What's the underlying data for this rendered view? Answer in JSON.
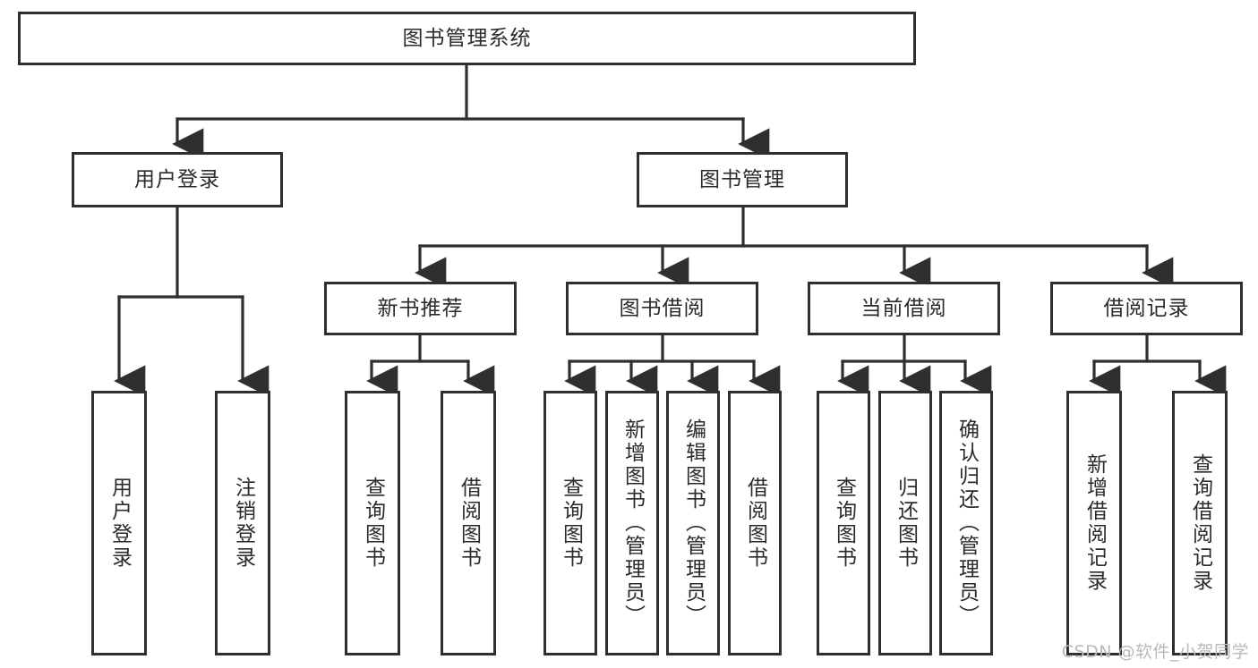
{
  "diagram": {
    "type": "tree-hierarchy-flowchart",
    "title": "图书管理系统",
    "stroke_color": "#2f2f2f",
    "fill_color": "#ffffff",
    "text_color": "#2b2b2b",
    "levels": {
      "root": {
        "label": "图书管理系统"
      },
      "level2": [
        {
          "id": "user-login",
          "label": "用户登录"
        },
        {
          "id": "book-management",
          "label": "图书管理"
        }
      ],
      "level3": [
        {
          "id": "new-book-recommend",
          "label": "新书推荐",
          "parent": "book-management"
        },
        {
          "id": "book-borrow",
          "label": "图书借阅",
          "parent": "book-management"
        },
        {
          "id": "current-borrow",
          "label": "当前借阅",
          "parent": "book-management"
        },
        {
          "id": "borrow-record",
          "label": "借阅记录",
          "parent": "book-management"
        }
      ],
      "leaves": [
        {
          "id": "leaf-user-login",
          "label": "用户登录",
          "parent": "user-login"
        },
        {
          "id": "leaf-logout-login",
          "label": "注销登录",
          "parent": "user-login"
        },
        {
          "id": "leaf-query-book-1",
          "label": "查询图书",
          "parent": "new-book-recommend"
        },
        {
          "id": "leaf-borrow-book-1",
          "label": "借阅图书",
          "parent": "new-book-recommend"
        },
        {
          "id": "leaf-query-book-2",
          "label": "查询图书",
          "parent": "book-borrow"
        },
        {
          "id": "leaf-add-book",
          "label": "新增图书（管理员）",
          "parent": "book-borrow"
        },
        {
          "id": "leaf-edit-book",
          "label": "编辑图书（管理员）",
          "parent": "book-borrow"
        },
        {
          "id": "leaf-borrow-book-2",
          "label": "借阅图书",
          "parent": "book-borrow"
        },
        {
          "id": "leaf-query-book-3",
          "label": "查询图书",
          "parent": "current-borrow"
        },
        {
          "id": "leaf-return-book",
          "label": "归还图书",
          "parent": "current-borrow"
        },
        {
          "id": "leaf-confirm-return",
          "label": "确认归还（管理员）",
          "parent": "current-borrow"
        },
        {
          "id": "leaf-add-record",
          "label": "新增借阅记录",
          "parent": "borrow-record"
        },
        {
          "id": "leaf-query-record",
          "label": "查询借阅记录",
          "parent": "borrow-record"
        }
      ]
    }
  },
  "watermark": {
    "text": "CSDN @软件_小贺同学"
  }
}
